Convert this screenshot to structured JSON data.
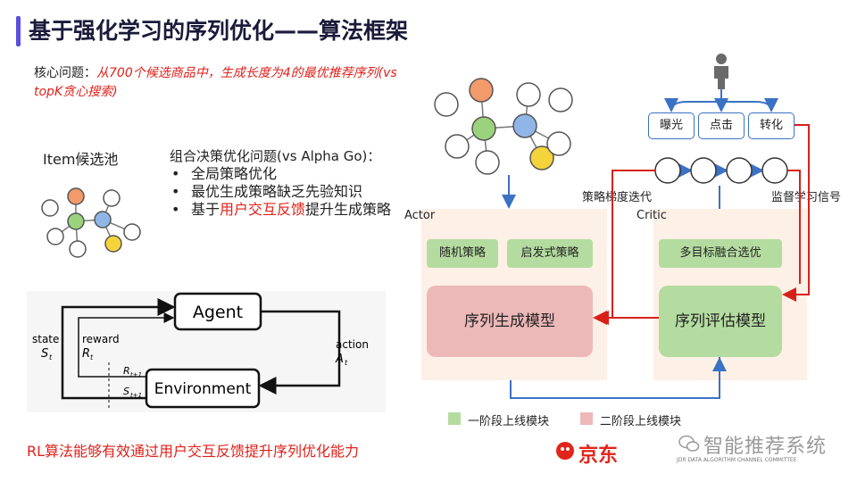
{
  "title": "基于强化学习的序列优化——算法框架",
  "core_problem": {
    "label": "核心问题：",
    "text": "从700个候选商品中，生成长度为4的最优推荐序列(vs topK贪心搜索)"
  },
  "item_pool_label": "Item候选池",
  "combo": {
    "heading": "组合决策优化问题(vs Alpha Go)：",
    "bullets": [
      "全局策略优化",
      "最优生成策略缺乏先验知识"
    ],
    "bullet3_pre": "基于",
    "bullet3_hl": "用户交互反馈",
    "bullet3_post": "提升生成策略"
  },
  "rl_diagram": {
    "agent": "Agent",
    "environment": "Environment",
    "state": "state",
    "state_sym": "S",
    "reward": "reward",
    "reward_sym": "R",
    "action": "action",
    "action_sym": "A",
    "t": "t",
    "t1": "t+1"
  },
  "bottom_note": "RL算法能够有效通过用户交互反馈提升序列优化能力",
  "framework": {
    "actor_label": "Actor",
    "critic_label": "Critic",
    "random_policy": "随机策略",
    "heuristic_policy": "启发式策略",
    "seq_gen": "序列生成模型",
    "multi_obj": "多目标融合选优",
    "seq_eval": "序列评估模型",
    "policy_gradient": "策略梯度迭代",
    "supervision": "监督学习信号",
    "feedback": [
      "曝光",
      "点击",
      "转化"
    ]
  },
  "legend": {
    "stage1": "一阶段上线模块",
    "stage2": "二阶段上线模块"
  },
  "colors": {
    "orange": "#f29a6a",
    "green": "#9bd27c",
    "blue": "#8fb6e6",
    "yellow": "#f5d33a",
    "stage1": "#b4dca0",
    "stage2": "#edb8b8",
    "arrow_blue": "#3a72c4",
    "arrow_red": "#d8201a"
  },
  "logo": {
    "jd": "京东",
    "watermark": "智能推荐系统",
    "subtitle": "JDR DATA ALGORITHM CHANNEL COMMITTEE"
  }
}
